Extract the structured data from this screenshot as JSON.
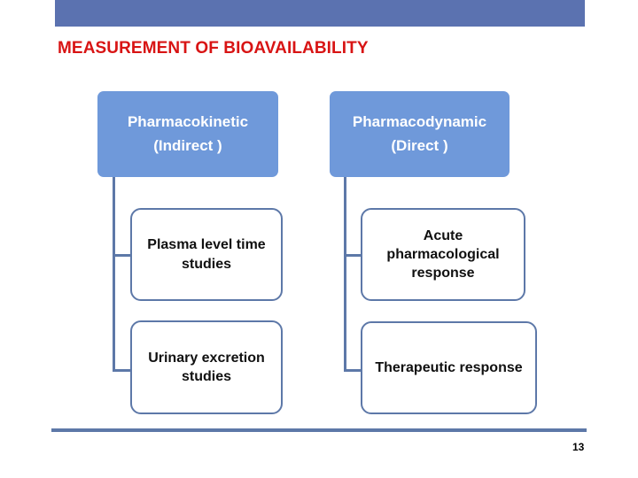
{
  "slide": {
    "title": "MEASUREMENT OF BIOAVAILABILITY",
    "page_number": "13"
  },
  "colors": {
    "top_bar": "#5b72b0",
    "title_text": "#d81414",
    "header_box_fill": "#6f99da",
    "header_box_text": "#ffffff",
    "box_border": "#5d78a8",
    "box_fill": "#ffffff",
    "box_text": "#101010",
    "connector": "#5d78a8",
    "footer_rule": "#5d78a8"
  },
  "diagram": {
    "type": "tree",
    "columns": [
      {
        "id": "pharmacokinetic",
        "header_line1": "Pharmacokinetic",
        "header_line2": "(Indirect )",
        "children": [
          {
            "id": "plasma-level-time-studies",
            "label": "Plasma level time studies"
          },
          {
            "id": "urinary-excretion-studies",
            "label": "Urinary excretion studies"
          }
        ]
      },
      {
        "id": "pharmacodynamic",
        "header_line1": "Pharmacodynamic",
        "header_line2": "(Direct )",
        "children": [
          {
            "id": "acute-pharmacological-response",
            "label": "Acute pharmacological response"
          },
          {
            "id": "therapeutic-response",
            "label": "Therapeutic response"
          }
        ]
      }
    ]
  }
}
